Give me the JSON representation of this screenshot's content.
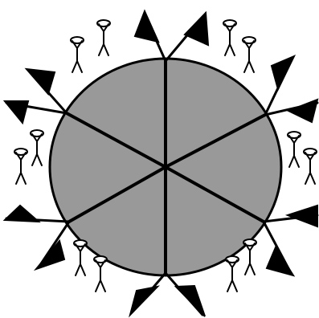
{
  "diagram": {
    "colors": {
      "background": "#ffffff",
      "circle_fill": "#999999",
      "stroke": "#000000"
    },
    "sector_count": 6,
    "flag_poles_per_spoke": 2,
    "figure_pairs": 6,
    "icons": {
      "flag": "pennant-flag-icon",
      "person": "stick-figure-icon"
    }
  }
}
